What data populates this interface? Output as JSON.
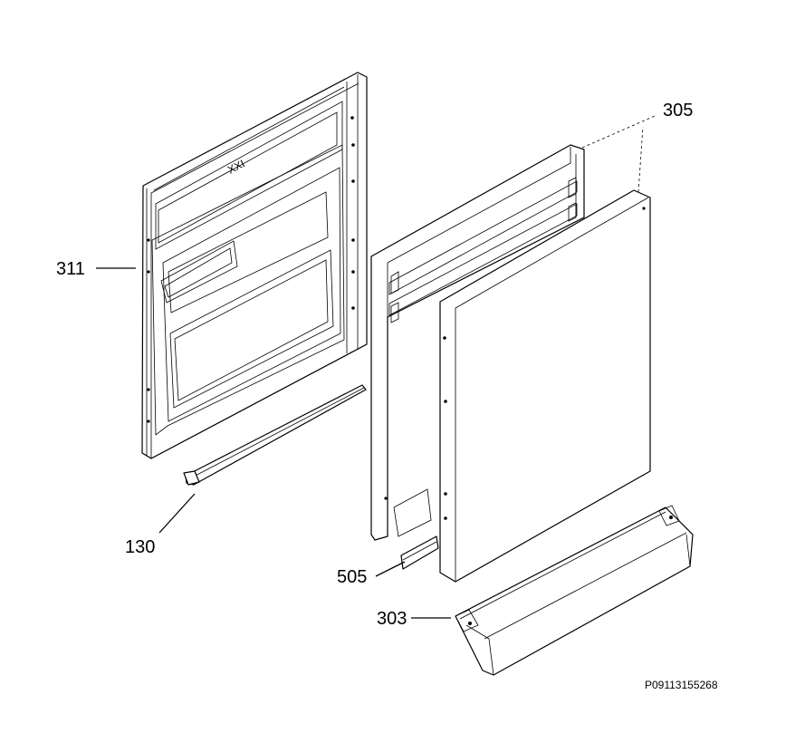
{
  "drawing": {
    "code": "P09113155268",
    "labels": {
      "inner_door": "311",
      "seal_strip": "130",
      "panel": "305",
      "bracket": "505",
      "handle_plinth": "303"
    }
  }
}
